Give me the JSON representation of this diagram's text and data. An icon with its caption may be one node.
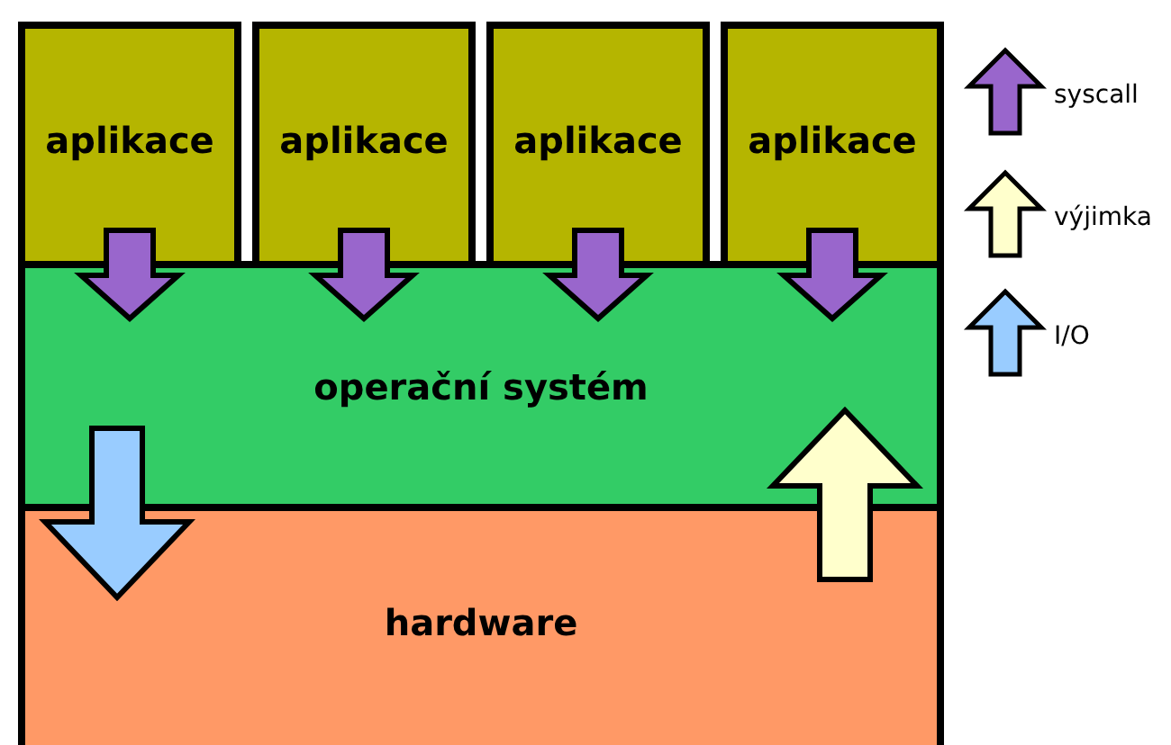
{
  "diagram": {
    "nodes": [
      {
        "text": [
          "aplikace"
        ]
      },
      {
        "text": [
          "aplikace"
        ]
      },
      {
        "text": [
          "aplikace"
        ]
      },
      {
        "text": [
          "aplikace"
        ]
      },
      {
        "text": [
          "operační systém"
        ]
      },
      {
        "text": [
          "hardware"
        ]
      }
    ],
    "edges": [
      {
        "from": 0,
        "to": 4,
        "arrow": "to",
        "color": "#9966cc"
      },
      {
        "from": 1,
        "to": 4,
        "arrow": "to",
        "color": "#9966cc"
      },
      {
        "from": 2,
        "to": 4,
        "arrow": "to",
        "color": "#9966cc"
      },
      {
        "from": 3,
        "to": 4,
        "arrow": "to",
        "color": "#9966cc"
      },
      {
        "from": 4,
        "to": 5,
        "arrow": "to",
        "color": "#99ccff"
      },
      {
        "from": 5,
        "to": 4,
        "arrow": "to",
        "color": "#ffffcc"
      }
    ],
    "legend": [
      {
        "text": "syscall",
        "color": "#9966cc"
      },
      {
        "text": "výjimka",
        "color": "#ffffcc"
      },
      {
        "text": "I/O",
        "color": "#99ccff"
      }
    ]
  }
}
